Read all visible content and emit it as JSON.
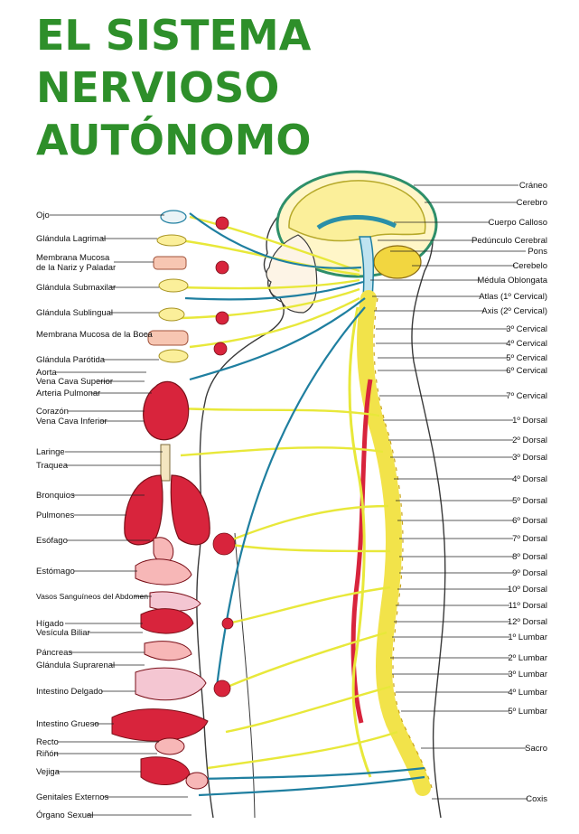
{
  "title": {
    "line1": "EL SISTEMA NERVIOSO",
    "line2": "AUTÓNOMO"
  },
  "labels_left": [
    "Ojo",
    "Glándula Lagrimal",
    "Membrana Mucosa",
    "de la Nariz y Paladar",
    "Glándula Submaxilar",
    "Glándula Sublingual",
    "Membrana Mucosa de la Boca",
    "Glándula Parótida",
    "Aorta",
    "Vena Cava Superior",
    "Arteria Pulmonar",
    "Corazón",
    "Vena Cava Inferior",
    "Laringe",
    "Traquea",
    "Bronquios",
    "Pulmones",
    "Esófago",
    "Estómago",
    "Vasos Sanguíneos del Abdomen",
    "Hígado",
    "Vesícula Biliar",
    "Páncreas",
    "Glándula Suprarenal",
    "Intestino Delgado",
    "Intestino Grueso",
    "Recto",
    "Riñón",
    "Vejiga",
    "Genitales Externos",
    "Órgano Sexual"
  ],
  "labels_right": [
    "Cráneo",
    "Cerebro",
    "Cuerpo Calloso",
    "Pedúnculo Cerebral",
    "Pons",
    "Cerebelo",
    "Médula Oblongata",
    "Atlas (1º Cervical)",
    "Axis (2º Cervical)",
    "3º Cervical",
    "4º Cervical",
    "5º Cervical",
    "6º Cervical",
    "7º Cervical",
    "1º Dorsal",
    "2º Dorsal",
    "3º Dorsal",
    "4º Dorsal",
    "5º Dorsal",
    "6º Dorsal",
    "7º Dorsal",
    "8º Dorsal",
    "9º Dorsal",
    "10º Dorsal",
    "11º Dorsal",
    "12º Dorsal",
    "1º Lumbar",
    "2º Lumbar",
    "3º Lumbar",
    "4º Lumbar",
    "5º Lumbar",
    "Sacro",
    "Coxis"
  ],
  "colors": {
    "title": "#2e8f2a",
    "nerve_yellow": "#e8e83a",
    "nerve_blue": "#1f7fa0",
    "organ_red": "#d8243c",
    "spine_yellow": "#f2e34a",
    "skin_outline": "#3a3a3a"
  }
}
